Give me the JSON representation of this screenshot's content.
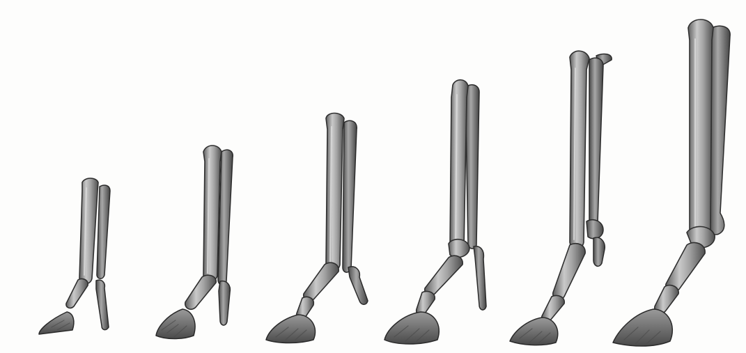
{
  "figure": {
    "subject": "",
    "colors": {
      "background": "#fdfdfc",
      "bone_light": "#c9c9c9",
      "bone_mid": "#8f8f8f",
      "bone_dark": "#5a5a5a",
      "outline": "#2f2f2f"
    },
    "legs": [
      {
        "id": "leg-1"
      },
      {
        "id": "leg-2"
      },
      {
        "id": "leg-3"
      },
      {
        "id": "leg-4"
      },
      {
        "id": "leg-5"
      },
      {
        "id": "leg-6"
      }
    ]
  }
}
